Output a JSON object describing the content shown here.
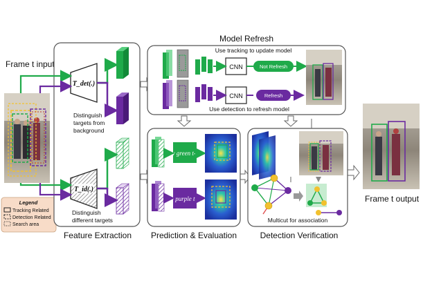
{
  "frame_input_label": "Frame t input",
  "frame_output_label": "Frame t output",
  "sections": {
    "feature_extraction": "Feature Extraction",
    "prediction_evaluation": "Prediction & Evaluation",
    "detection_verification": "Detection Verification",
    "model_refresh": "Model Refresh"
  },
  "feature": {
    "det_label": "T_det(.)",
    "id_label": "T_id(.)",
    "det_caption": [
      "Distinguish",
      "targets from",
      "background"
    ],
    "id_caption": [
      "Distinguish",
      "different targets"
    ]
  },
  "refresh": {
    "top_caption": "Use tracking to update model",
    "bottom_caption": "Use detection to refresh model",
    "cnn_label": "CNN",
    "not_refresh_label": "Not Refresh",
    "refresh_label": "Refresh"
  },
  "prediction": {
    "w_green": "w green t-1",
    "w_purple": "w purple t-1"
  },
  "verification": {
    "multicut_caption": "Multicut for association"
  },
  "legend": {
    "title": "Legend",
    "items": [
      "Tracking Related",
      "Detection Related",
      "Search area"
    ]
  },
  "colors": {
    "green": "#1faa4a",
    "purple": "#6a2aa0",
    "yellow": "#f2c12e",
    "legend_bg": "#f8dcc8",
    "panel_border": "#555555"
  }
}
